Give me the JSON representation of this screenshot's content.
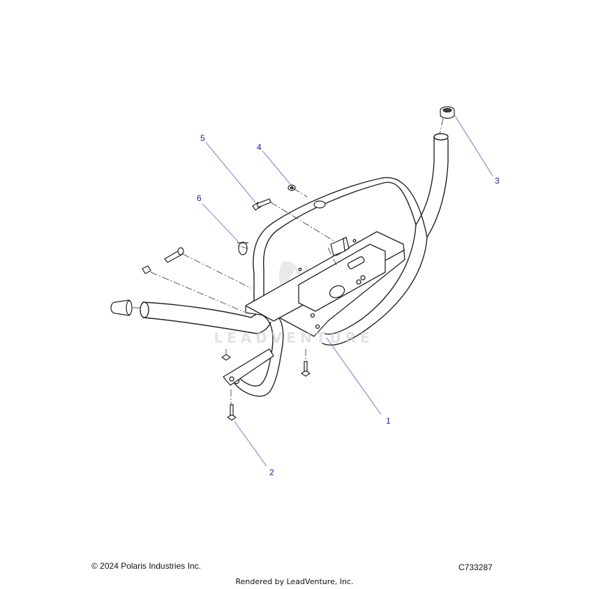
{
  "diagram": {
    "callouts": [
      {
        "id": "1",
        "label": "1"
      },
      {
        "id": "2",
        "label": "2"
      },
      {
        "id": "3",
        "label": "3"
      },
      {
        "id": "4",
        "label": "4"
      },
      {
        "id": "5",
        "label": "5"
      },
      {
        "id": "6",
        "label": "6"
      }
    ],
    "watermark": "LEADVENTURE"
  },
  "footer": {
    "copyright": "© 2024 Polaris Industries Inc.",
    "code": "C733287",
    "rendered_by": "Rendered by LeadVenture, Inc."
  },
  "colors": {
    "callout": "#1a1aa6",
    "leader": "#6a6ad0",
    "outline": "#222222",
    "fill": "#ffffff"
  },
  "icons": {
    "logo_watermark": "leadventure-flame-v-logo"
  }
}
